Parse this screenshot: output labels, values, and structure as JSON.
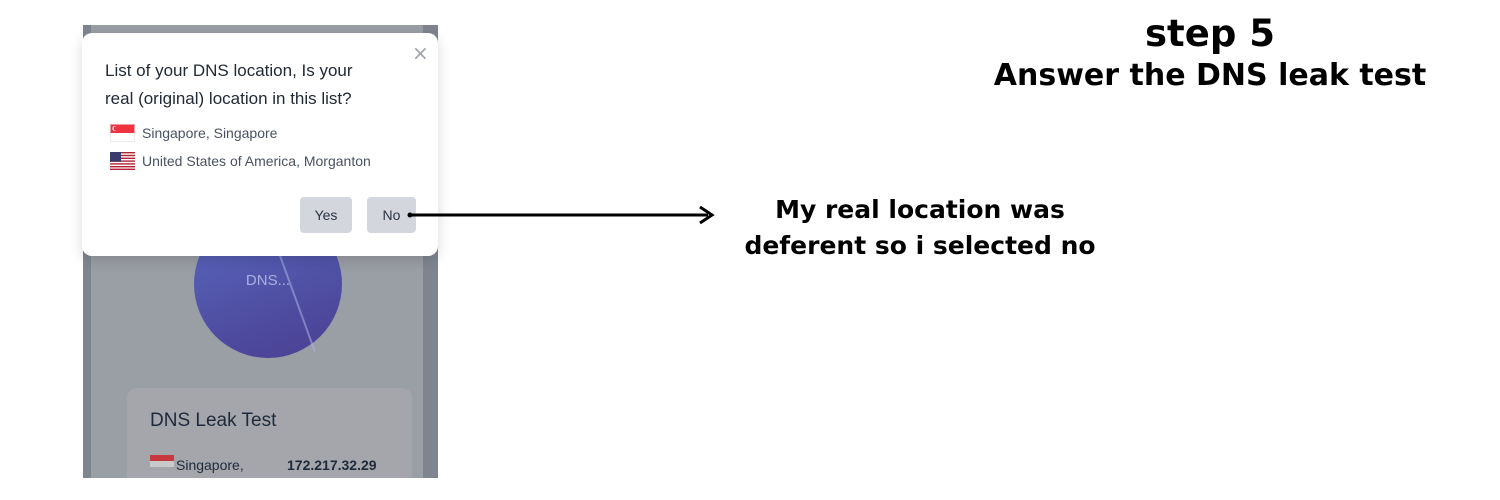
{
  "annotation": {
    "step_title": "step 5",
    "step_subtitle": "Answer the DNS leak test",
    "note_line1": "My real location was",
    "note_line2": "deferent so i selected no"
  },
  "modal": {
    "question_line1": "List of your DNS location, Is your",
    "question_line2": "real (original) location in this list?",
    "close_icon": "×",
    "dns_locations": [
      {
        "flag": "singapore-flag-icon",
        "label": "Singapore, Singapore"
      },
      {
        "flag": "usa-flag-icon",
        "label": "United States of America, Morganton"
      }
    ],
    "yes_label": "Yes",
    "no_label": "No"
  },
  "background_app": {
    "gauge_label": "DNS...",
    "result_title": "DNS Leak Test",
    "result_location": "Singapore,",
    "result_ip": "172.217.32.29"
  },
  "colors": {
    "button_bg": "#d3d6dc",
    "gauge": "#4f4fa3",
    "overlay": "#7f858f"
  }
}
